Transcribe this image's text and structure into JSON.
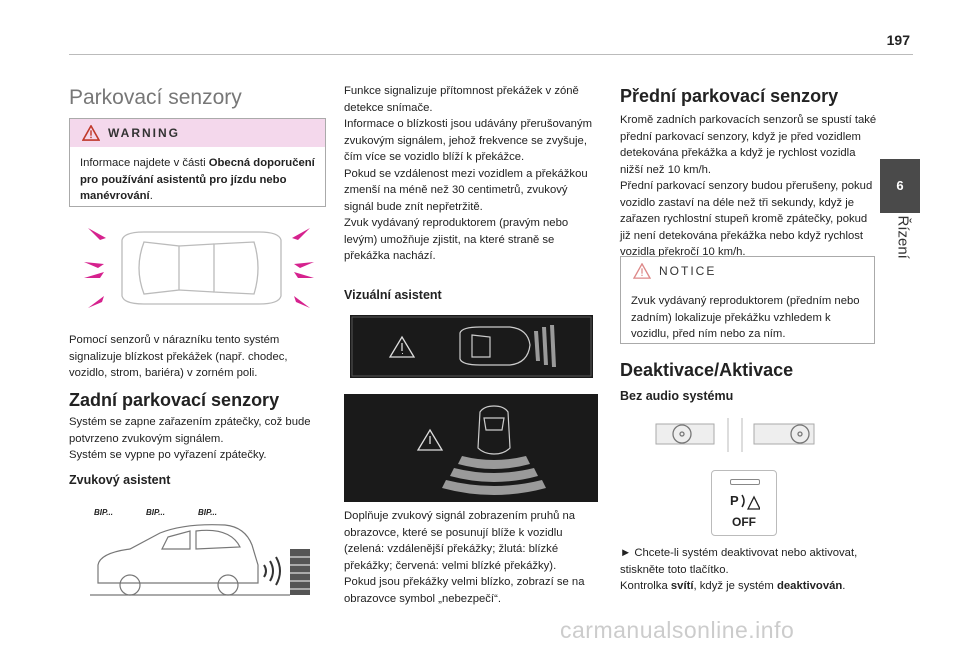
{
  "page": {
    "number": "197",
    "chapter_number": "6",
    "chapter_label": "Řízení",
    "watermark": "carmanualsonline.info"
  },
  "col1": {
    "title": "Parkovací senzory",
    "warning_title": "WARNING",
    "warning_text_1": "Informace najdete v části ",
    "warning_text_bold": "Obecná doporučení pro používání asistentů pro jízdu nebo manévrování",
    "warning_text_2": ".",
    "sensor_caption": "Pomocí senzorů v nárazníku tento systém signalizuje blízkost překážek (např. chodec, vozidlo, strom, bariéra) v zorném poli.",
    "rear_title": "Zadní parkovací senzory",
    "rear_text": "Systém se zapne zařazením zpátečky, což bude potvrzeno zvukovým signálem.\nSystém se vypne po vyřazení zpátečky.",
    "audio_title": "Zvukový asistent",
    "beeps": [
      "BIP...",
      "BIP...",
      "BIP..."
    ]
  },
  "col2": {
    "intro_text": "Funkce signalizuje přítomnost překážek v zóně detekce snímače.\nInformace o blízkosti jsou udávány přerušovaným zvukovým signálem, jehož frekvence se zvyšuje, čím více se vozidlo blíží k překážce.\nPokud se vzdálenost mezi vozidlem a překážkou zmenší na méně než 30 centimetrů, zvukový signál bude znít nepřetržitě.\nZvuk vydávaný reproduktorem (pravým nebo levým) umožňuje zjistit, na které straně se překážka nachází.",
    "visual_title": "Vizuální asistent",
    "visual_text": "Doplňuje zvukový signál zobrazením pruhů na obrazovce, které se posunují blíže k vozidlu (zelená: vzdálenější překážky; žlutá: blízké překážky; červená: velmi blízké překážky).\nPokud jsou překážky velmi blízko, zobrazí se na obrazovce symbol „nebezpečí“."
  },
  "col3": {
    "front_title": "Přední parkovací senzory",
    "front_text": "Kromě zadních parkovacích senzorů se spustí také přední parkovací senzory, když je před vozidlem detekována překážka a když je rychlost vozidla nižší než 10 km/h.\nPřední parkovací senzory budou přerušeny, pokud vozidlo zastaví na déle než tři sekundy, když je zařazen rychlostní stupeň kromě zpátečky, pokud již není detekována překážka nebo když rychlost vozidla překročí 10 km/h.",
    "notice_title": "NOTICE",
    "notice_text": "Zvuk vydávaný reproduktorem (předním nebo zadním) lokalizuje překážku vzhledem k vozidlu, před ním nebo za ním.",
    "deact_title": "Deaktivace/Aktivace",
    "no_audio_title": "Bez audio systému",
    "off_label": "OFF",
    "action_text_1": "► Chcete-li systém deaktivovat nebo aktivovat, stiskněte toto tlačítko.",
    "action_text_2": "Kontrolka ",
    "action_bold_1": "svítí",
    "action_text_3": ", když je systém ",
    "action_bold_2": "deaktivován",
    "action_text_4": "."
  },
  "colors": {
    "warning_header": "#f4d8ec",
    "accent_magenta": "#d6228e",
    "screen_bg": "#1a1a1a"
  }
}
